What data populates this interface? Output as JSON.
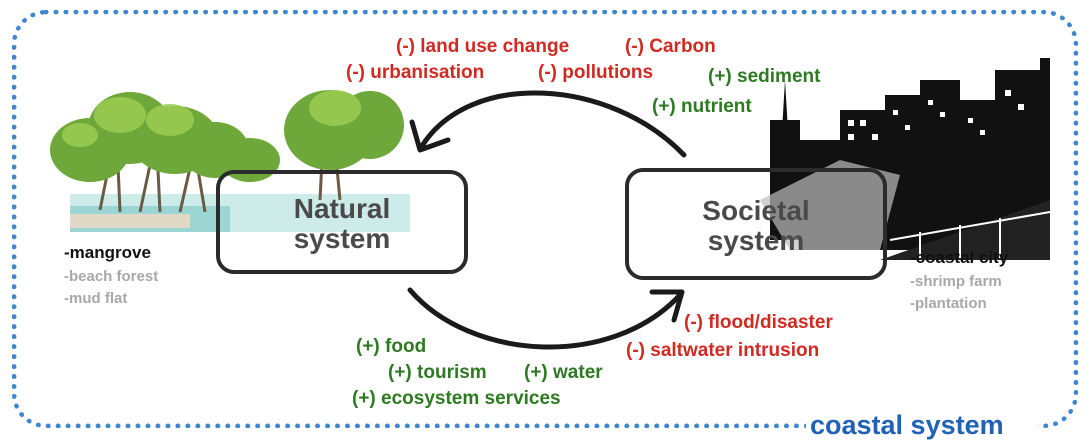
{
  "boundary": {
    "label": "coastal system"
  },
  "natural": {
    "title_line1": "Natural",
    "title_line2": "system",
    "main": "-mangrove",
    "others": [
      "-beach forest",
      "-mud flat"
    ]
  },
  "societal": {
    "title_line1": "Societal",
    "title_line2": "system",
    "main": "-coastal city",
    "others": [
      "-shrimp farm",
      "-plantation"
    ]
  },
  "top_flow": {
    "negatives": [
      "(-) land use change",
      "(-) Carbon",
      "(-) urbanisation",
      "(-) pollutions"
    ],
    "positives": [
      "(+) sediment",
      "(+) nutrient"
    ]
  },
  "bottom_flow": {
    "positives": [
      "(+) food",
      "(+) tourism",
      "(+) water",
      "(+) ecosystem services"
    ],
    "negatives": [
      "(-) flood/disaster",
      "(-) saltwater intrusion"
    ]
  },
  "colors": {
    "negative": "#d12a22",
    "positive": "#2d7a22",
    "boundary": "#3f86d0",
    "boundary_label": "#1f62b8"
  }
}
